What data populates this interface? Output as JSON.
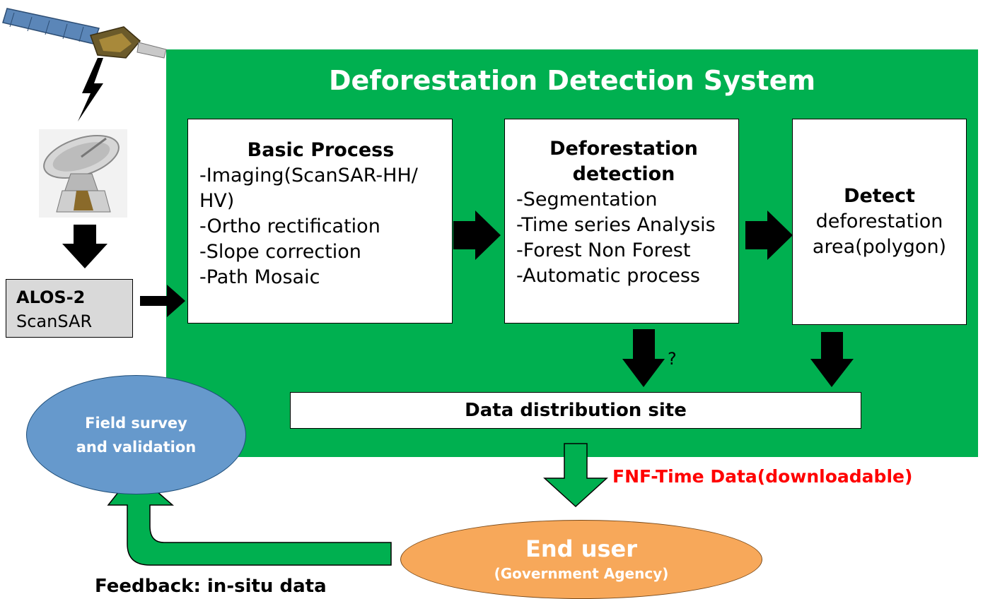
{
  "system": {
    "title": "Deforestation Detection System"
  },
  "alos": {
    "name": "ALOS-2",
    "mode": "ScanSAR"
  },
  "basic_process": {
    "heading": "Basic Process",
    "items": [
      "-Imaging(ScanSAR-HH/",
      "HV)",
      "-Ortho rectification",
      "-Slope correction",
      "-Path Mosaic"
    ]
  },
  "deforestation_detection": {
    "heading_line1": "Deforestation",
    "heading_line2": "detection",
    "items": [
      "-Segmentation",
      "-Time series Analysis",
      "-Forest Non Forest",
      "-Automatic process"
    ]
  },
  "detect": {
    "heading": "Detect",
    "line1": "deforestation",
    "line2": "area(polygon)"
  },
  "distribution": {
    "label": "Data distribution site"
  },
  "question_mark": "?",
  "field_survey": {
    "line1": "Field survey",
    "line2": "and validation"
  },
  "end_user": {
    "title": "End user",
    "subtitle": "(Government Agency)"
  },
  "fnf_label": "FNF-Time Data(downloadable)",
  "feedback_label": "Feedback: in-situ data",
  "colors": {
    "panel": "#00b050",
    "field_survey": "#6699cc",
    "end_user": "#f7a85a",
    "fnf_text": "#ff0000",
    "arrows": "#000000"
  },
  "icons": [
    "satellite-icon",
    "lightning-icon",
    "antenna-dish-icon"
  ]
}
